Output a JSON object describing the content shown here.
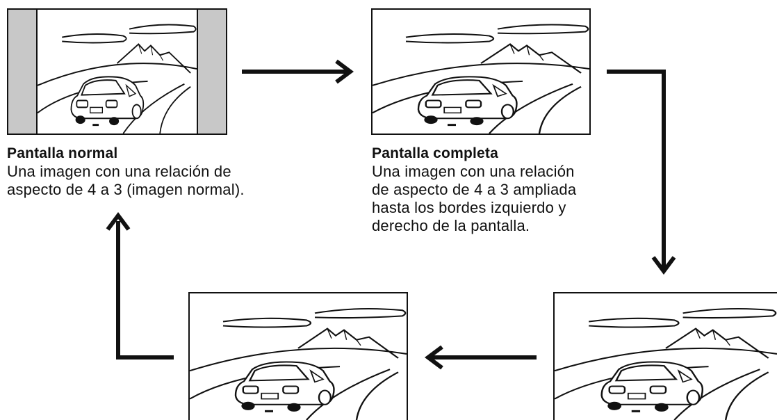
{
  "panels": {
    "normal": {
      "title": "Pantalla normal",
      "description": "Una imagen con una relación de\naspecto de 4 a 3 (imagen normal)."
    },
    "full": {
      "title": "Pantalla completa",
      "description": "Una imagen con una relación\nde aspecto de 4 a 3 ampliada\nhasta los bordes izquierdo y\nderecho de la pantalla."
    },
    "third": {
      "title": "",
      "description": ""
    },
    "fourth": {
      "title": "",
      "description": ""
    }
  },
  "colors": {
    "frame": "#111111",
    "side_bars": "#c8c8c8",
    "arrow": "#111111"
  },
  "icons": [
    "car-scene-illustration",
    "arrow-right",
    "arrow-down",
    "arrow-left",
    "arrow-up"
  ]
}
